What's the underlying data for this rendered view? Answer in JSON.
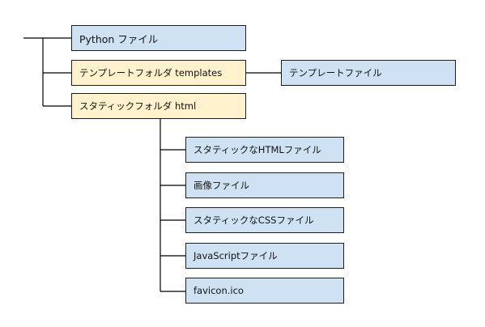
{
  "nodes": {
    "python_file": "Python ファイル",
    "templates_folder": "テンプレートフォルダ templates",
    "template_file": "テンプレートファイル",
    "static_folder": "スタティックフォルダ html",
    "static_html_file": "スタティックなHTMLファイル",
    "image_file": "画像ファイル",
    "static_css_file": "スタティックなCSSファイル",
    "javascript_file": "JavaScriptファイル",
    "favicon": "favicon.ico"
  },
  "colors": {
    "file_fill": "#cfe2f3",
    "folder_fill": "#fff2cc",
    "line": "#000000"
  }
}
